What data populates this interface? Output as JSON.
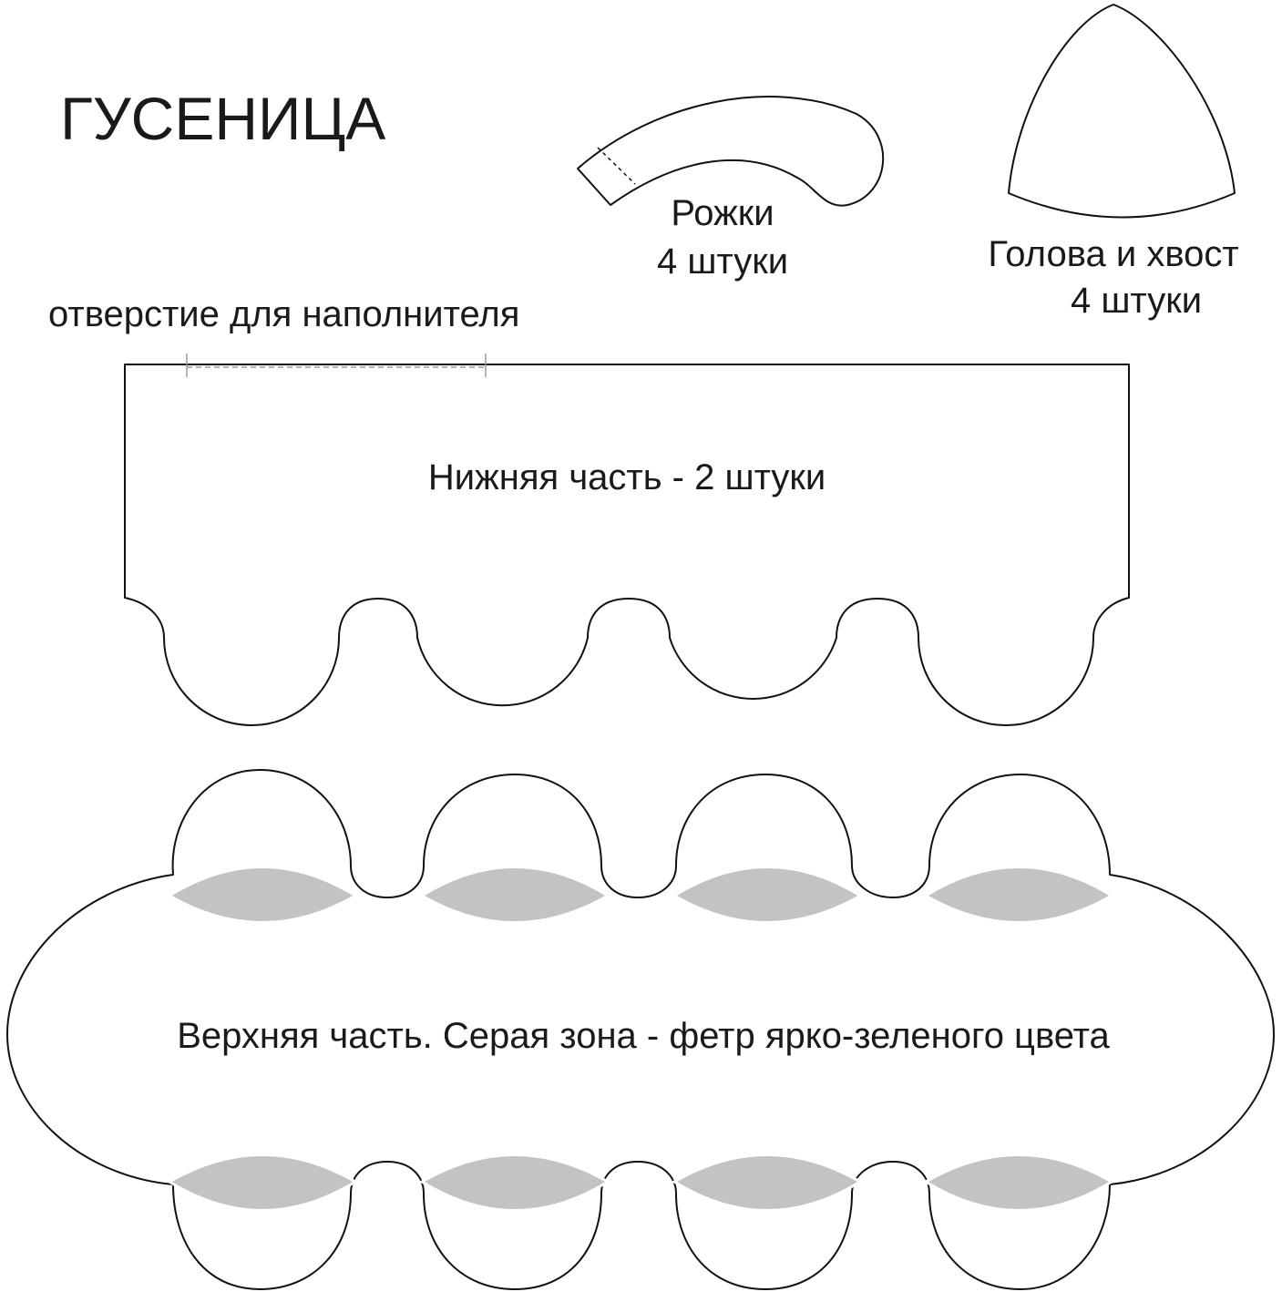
{
  "title": "ГУСЕНИЦА",
  "horns": {
    "name": "Рожки",
    "count": "4 штуки"
  },
  "head_tail": {
    "name": "Голова и хвост",
    "count": "4 штуки"
  },
  "filler_opening": "отверстие для наполнителя",
  "bottom_part": "Нижняя часть - 2 штуки",
  "top_part": "Верхняя часть. Серая зона - фетр ярко-зеленого цвета",
  "colors": {
    "outline": "#111111",
    "felt_zone": "#c3c3c3",
    "background": "#ffffff"
  }
}
